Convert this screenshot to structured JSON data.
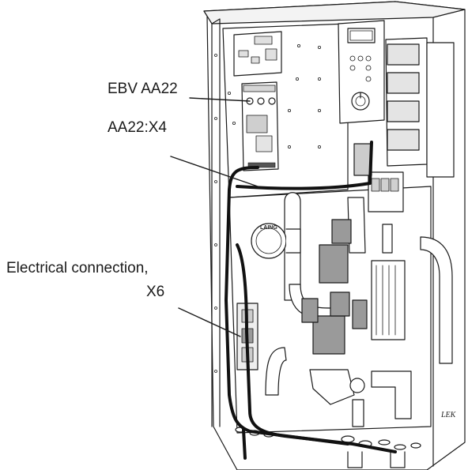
{
  "callouts": {
    "ebv": "EBV AA22",
    "x4": "AA22:X4",
    "x6_line1": "Electrical connection,",
    "x6_line2": "X6"
  },
  "marks": {
    "lek": "LEK",
    "pump_brand": "LAING"
  },
  "colors": {
    "line": "#1a1a1a",
    "cable": "#111111",
    "panel_fill": "#ffffff",
    "component_fill": "#9a9a9a",
    "board_fill": "#eeeeee"
  }
}
